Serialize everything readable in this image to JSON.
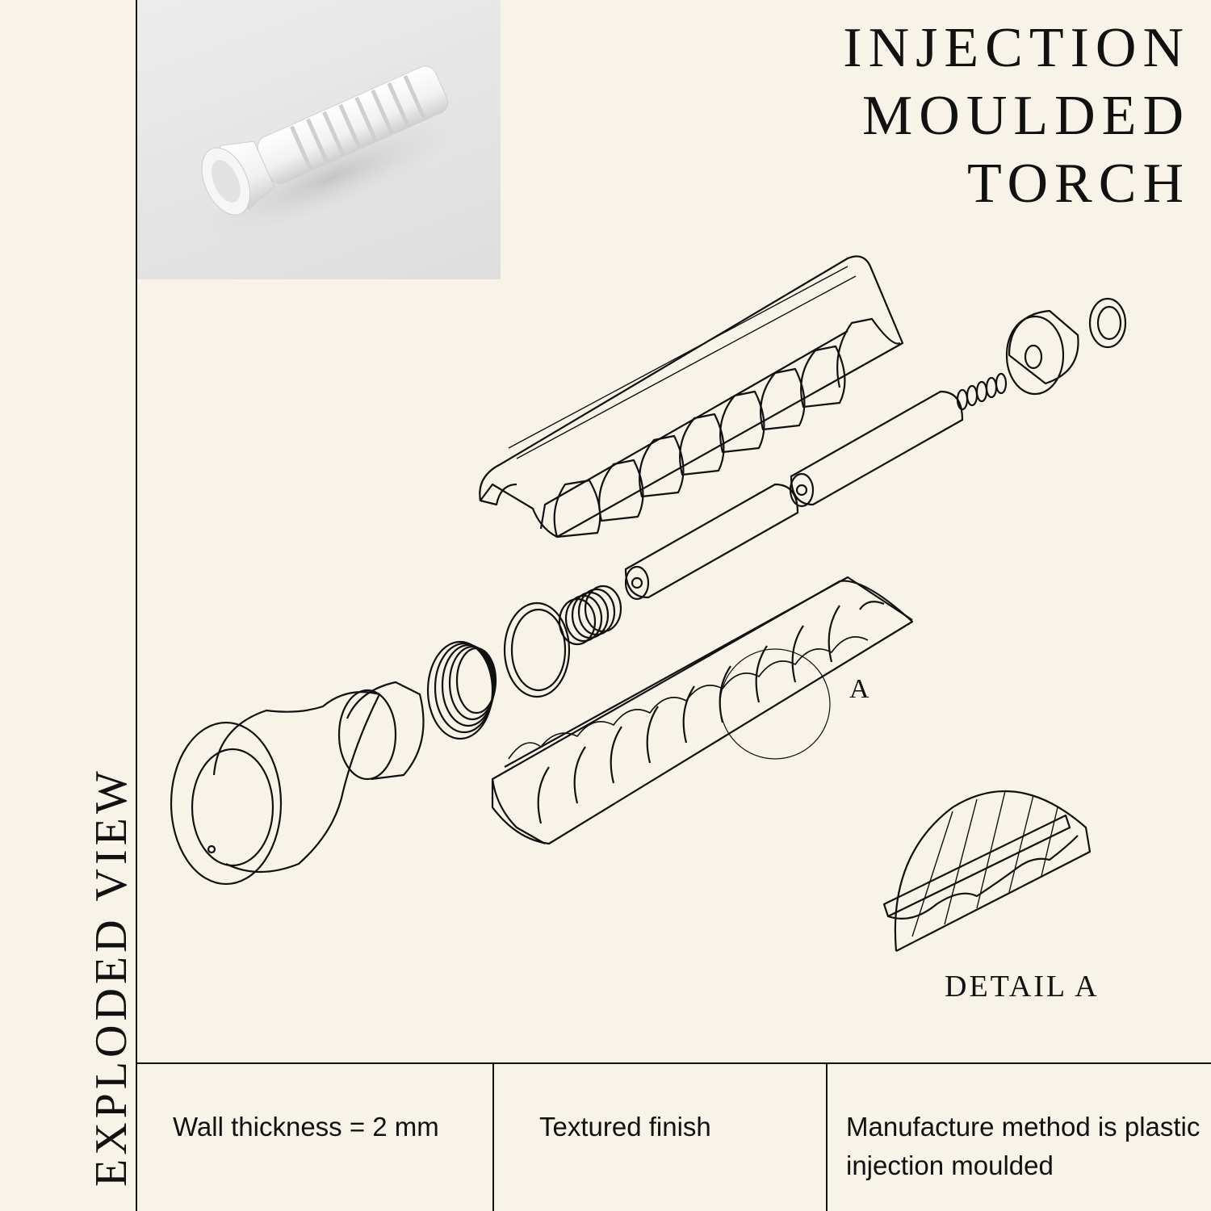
{
  "title": {
    "line1": "INJECTION",
    "line2": "MOULDED",
    "line3": "TORCH"
  },
  "side_label": "EXPLODED VIEW",
  "callout_label": "A",
  "detail_caption": "DETAIL A",
  "specs": [
    {
      "text": "Wall thickness = 2 mm"
    },
    {
      "text": "Textured finish"
    },
    {
      "text": "Manufacture method is plastic injection moulded"
    }
  ],
  "colors": {
    "background": "#f7f3e8",
    "ink": "#111111",
    "render_bg": "#e4e4e4"
  }
}
